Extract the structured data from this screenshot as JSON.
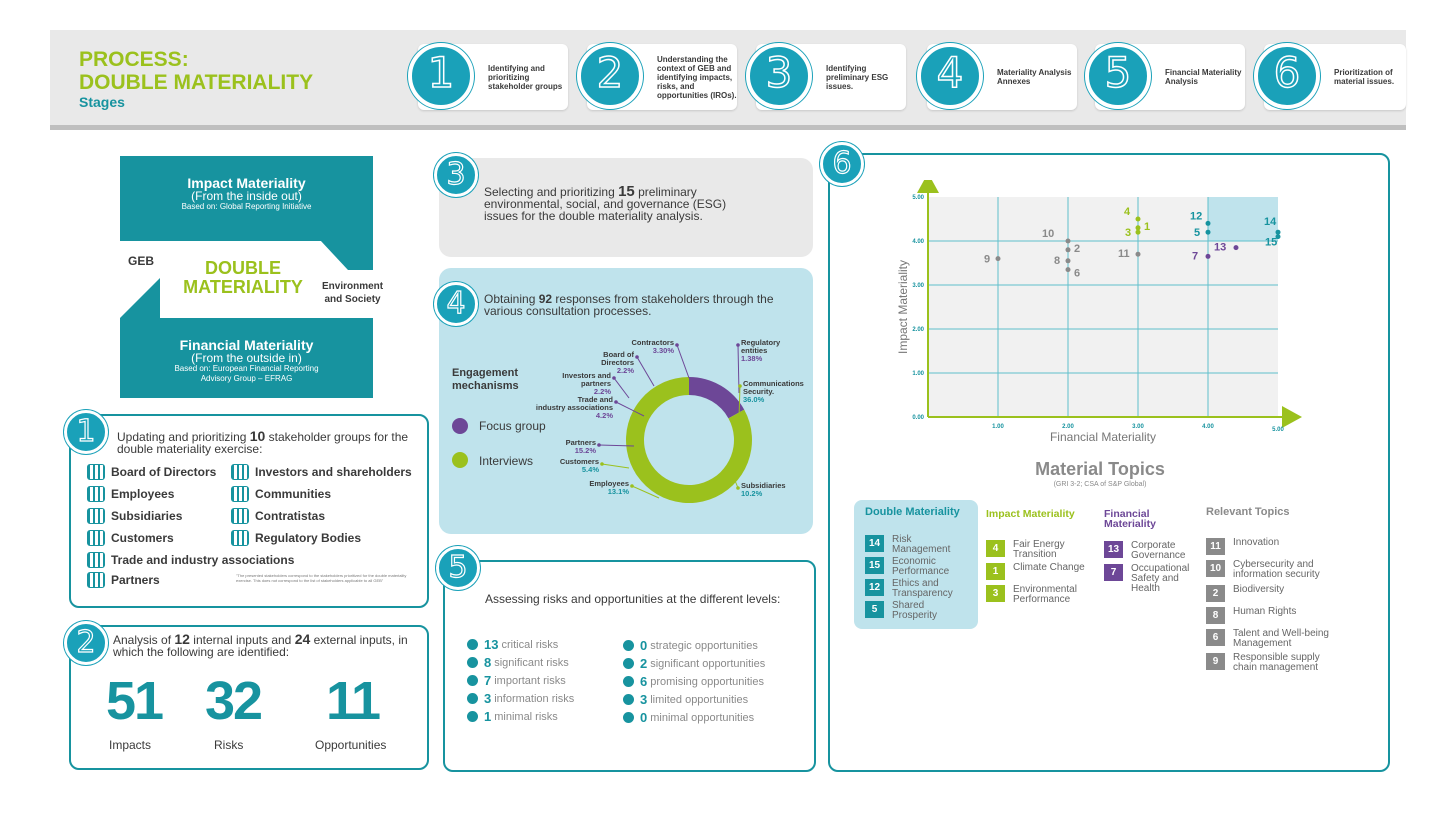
{
  "header": {
    "title_line1": "PROCESS:",
    "title_line2": "DOUBLE MATERIALITY",
    "subtitle": "Stages",
    "stages": [
      {
        "num": "1",
        "label": "Identifying and prioritizing stakeholder groups"
      },
      {
        "num": "2",
        "label": "Understanding the context of GEB and identifying impacts, risks, and opportunities (IROs)."
      },
      {
        "num": "3",
        "label": "Identifying preliminary ESG issues."
      },
      {
        "num": "4",
        "label": "Materiality Analysis Annexes"
      },
      {
        "num": "5",
        "label": "Financial Materiality Analysis"
      },
      {
        "num": "6",
        "label": "Prioritization of material issues."
      }
    ]
  },
  "materiality": {
    "impact_title": "Impact Materiality",
    "impact_sub": "(From the inside out)",
    "impact_basis": "Based on: Global Reporting Initiative",
    "geb": "GEB",
    "center_line1": "DOUBLE",
    "center_line2": "MATERIALITY",
    "env_line1": "Environment",
    "env_line2": "and Society",
    "financial_title": "Financial Materiality",
    "financial_sub": "(From the outside in)",
    "financial_basis": "Based on: European Financial Reporting Advisory Group – EFRAG"
  },
  "panel1": {
    "badge": "1",
    "text_pre": "Updating and prioritizing ",
    "text_num": "10",
    "text_post": " stakeholder groups for the double materiality exercise:",
    "groups": [
      "Board of Directors",
      "Investors and shareholders",
      "Employees",
      "Communities",
      "Subsidiaries",
      "Contratistas",
      "Customers",
      "Regulatory Bodies",
      "Trade and industry associations",
      "Partners"
    ],
    "note": "\"The presented stakeholders correspond to the stakeholders prioritized for the double materiality exercise. This does not correspond to the list of stakeholders applicable to all GEB\""
  },
  "panel2": {
    "badge": "2",
    "text_a": "Analysis of ",
    "num_a": "12",
    "text_b": " internal inputs and ",
    "num_b": "24",
    "text_c": " external inputs, in which the following are identified:",
    "stats": [
      {
        "value": "51",
        "label": "Impacts"
      },
      {
        "value": "32",
        "label": "Risks"
      },
      {
        "value": "11",
        "label": "Opportunities"
      }
    ]
  },
  "panel3": {
    "badge": "3",
    "text_pre": "Selecting and prioritizing ",
    "text_num": "15",
    "text_post": " preliminary environmental, social, and governance (ESG) issues for the double materiality analysis."
  },
  "panel4": {
    "badge": "4",
    "text_pre": "Obtaining ",
    "text_num": "92",
    "text_post": " responses from stakeholders through the various consultation processes.",
    "legend_title": "Engagement mechanisms",
    "legend": [
      {
        "label": "Focus group",
        "color": "#6d4797"
      },
      {
        "label": "Interviews",
        "color": "#9bc11d"
      }
    ]
  },
  "chart_data": [
    {
      "type": "pie",
      "categories": [
        "Contractors",
        "Regulatory entities",
        "Communications Security.",
        "Subsidiaries",
        "Employees",
        "Customers",
        "Partners",
        "Trade and industry associations",
        "Investors and partners",
        "Board of Directors"
      ],
      "values": [
        3.3,
        1.38,
        36.0,
        10.2,
        13.1,
        5.4,
        15.2,
        4.2,
        2.2,
        2.2
      ],
      "value_labels": [
        "3.30%",
        "1.38%",
        "36.0%",
        "10.2%",
        "13.1%",
        "5.4%",
        "15.2%",
        "4.2%",
        "2.2%",
        "2.2%"
      ],
      "segments": [
        {
          "name": "Focus group",
          "value": 0.17,
          "color": "#6d4797"
        },
        {
          "name": "Interviews",
          "value": 0.83,
          "color": "#9bc11d"
        }
      ]
    },
    {
      "type": "scatter",
      "xlabel": "Financial Materiality",
      "ylabel": "Impact Materiality",
      "xlim": [
        0,
        5
      ],
      "ylim": [
        0,
        5
      ],
      "xticks": [
        "1.00",
        "2.00",
        "3.00",
        "4.00",
        "5.00"
      ],
      "yticks": [
        "0.00",
        "1.00",
        "2.00",
        "3.00",
        "4.00",
        "5.00"
      ],
      "points": [
        {
          "id": "9",
          "x": 1.0,
          "y": 3.6,
          "group": "relevant"
        },
        {
          "id": "10",
          "x": 2.0,
          "y": 4.0,
          "group": "relevant"
        },
        {
          "id": "2",
          "x": 2.0,
          "y": 3.8,
          "group": "relevant"
        },
        {
          "id": "8",
          "x": 2.0,
          "y": 3.55,
          "group": "relevant"
        },
        {
          "id": "6",
          "x": 2.0,
          "y": 3.35,
          "group": "relevant"
        },
        {
          "id": "4",
          "x": 3.0,
          "y": 4.5,
          "group": "impact"
        },
        {
          "id": "1",
          "x": 3.0,
          "y": 4.3,
          "group": "impact"
        },
        {
          "id": "3",
          "x": 3.0,
          "y": 4.2,
          "group": "impact"
        },
        {
          "id": "11",
          "x": 3.0,
          "y": 3.7,
          "group": "relevant"
        },
        {
          "id": "12",
          "x": 4.0,
          "y": 4.4,
          "group": "double"
        },
        {
          "id": "5",
          "x": 4.0,
          "y": 4.2,
          "group": "double"
        },
        {
          "id": "7",
          "x": 4.0,
          "y": 3.65,
          "group": "financial"
        },
        {
          "id": "13",
          "x": 4.4,
          "y": 3.85,
          "group": "financial"
        },
        {
          "id": "14",
          "x": 5.0,
          "y": 4.2,
          "group": "double"
        },
        {
          "id": "15",
          "x": 5.0,
          "y": 4.1,
          "group": "double"
        }
      ]
    }
  ],
  "panel5": {
    "badge": "5",
    "title": "Assessing risks and opportunities at the different levels:",
    "risks": [
      {
        "num": "13",
        "label": "critical risks"
      },
      {
        "num": "8",
        "label": "significant risks"
      },
      {
        "num": "7",
        "label": "important risks"
      },
      {
        "num": "3",
        "label": "information risks"
      },
      {
        "num": "1",
        "label": "minimal risks"
      }
    ],
    "opportunities": [
      {
        "num": "0",
        "label": "strategic opportunities"
      },
      {
        "num": "2",
        "label": "significant opportunities"
      },
      {
        "num": "6",
        "label": "promising opportunities"
      },
      {
        "num": "3",
        "label": "limited opportunities"
      },
      {
        "num": "0",
        "label": "minimal opportunities"
      }
    ]
  },
  "panel6": {
    "badge": "6",
    "topics_title": "Material Topics",
    "topics_sub": "(GRI 3-2; CSA of S&P Global)",
    "columns": [
      {
        "title": "Double Materiality",
        "color": "#17939f",
        "items": [
          {
            "num": "14",
            "label": "Risk Management"
          },
          {
            "num": "15",
            "label": "Economic Performance"
          },
          {
            "num": "12",
            "label": "Ethics and Transparency"
          },
          {
            "num": "5",
            "label": "Shared Prosperity"
          }
        ]
      },
      {
        "title": "Impact Materiality",
        "color": "#9bc11d",
        "items": [
          {
            "num": "4",
            "label": "Fair Energy Transition"
          },
          {
            "num": "1",
            "label": "Climate Change"
          },
          {
            "num": "3",
            "label": "Environmental Performance"
          }
        ]
      },
      {
        "title": "Financial Materiality",
        "color": "#6d4797",
        "items": [
          {
            "num": "13",
            "label": "Corporate Governance"
          },
          {
            "num": "7",
            "label": "Occupational Safety and Health"
          }
        ]
      },
      {
        "title": "Relevant Topics",
        "color": "#8a8a8a",
        "items": [
          {
            "num": "11",
            "label": "Innovation"
          },
          {
            "num": "10",
            "label": "Cybersecurity and information security"
          },
          {
            "num": "2",
            "label": "Biodiversity"
          },
          {
            "num": "8",
            "label": "Human Rights"
          },
          {
            "num": "6",
            "label": "Talent and Well-being Management"
          },
          {
            "num": "9",
            "label": "Responsible supply chain management"
          }
        ]
      }
    ]
  }
}
